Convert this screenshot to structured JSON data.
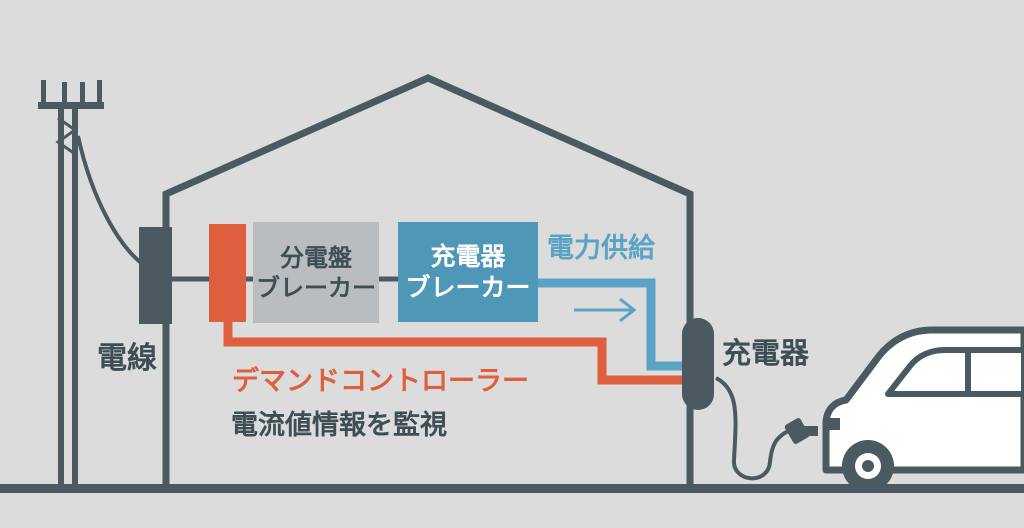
{
  "labels": {
    "wire": "電線",
    "panel_breaker_line1": "分電盤",
    "panel_breaker_line2": "ブレーカー",
    "charger_breaker_line1": "充電器",
    "charger_breaker_line2": "ブレーカー",
    "power_supply": "電力供給",
    "charger": "充電器",
    "demand_controller": "デマンドコントローラー",
    "monitoring": "電流値情報を監視"
  },
  "colors": {
    "background": "#dcdcdd",
    "structure": "#4a5a60",
    "panel_box": "#b9bdbf",
    "charger_box": "#4f97b7",
    "demand": "#dd5f3d",
    "supply": "#5aa3c5",
    "text_dark": "#3e4e55"
  },
  "icons": {
    "utility_pole": "utility-pole-icon",
    "house": "house-outline-icon",
    "car": "car-icon",
    "plug": "charging-plug-icon",
    "arrow": "arrow-right-icon"
  }
}
